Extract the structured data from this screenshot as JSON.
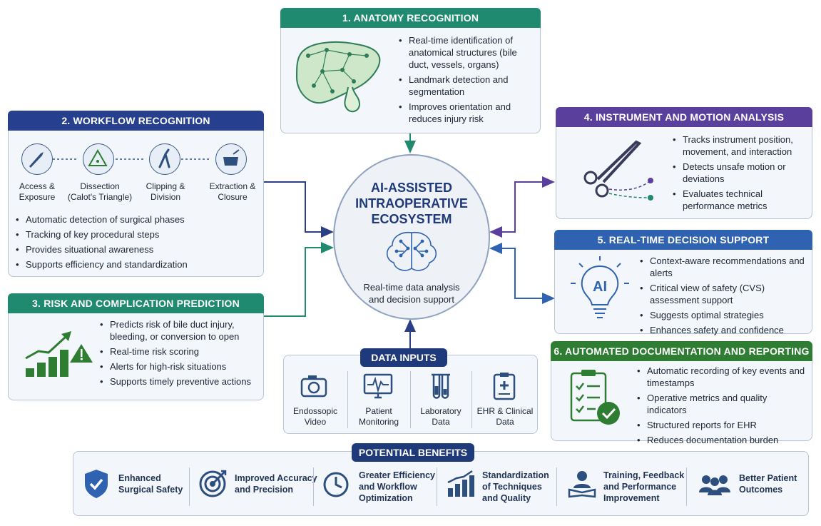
{
  "center": {
    "title_lines": [
      "AI-ASSISTED",
      "INTRAOPERATIVE",
      "ECOSYSTEM"
    ],
    "subtitle_lines": [
      "Real-time data analysis",
      "and decision support"
    ]
  },
  "anatomy": {
    "title": "1. ANATOMY RECOGNITION",
    "bullets": [
      "Real-time identification of anatomical structures (bile duct, vessels, organs)",
      "Landmark detection and segmentation",
      "Improves orientation and reduces injury risk"
    ],
    "icon": "liver-icon"
  },
  "workflow": {
    "title": "2. WORKFLOW RECOGNITION",
    "steps": [
      {
        "label_lines": [
          "Access &",
          "Exposure"
        ],
        "icon": "scalpel-icon"
      },
      {
        "label_lines": [
          "Dissection",
          "(Calot's Triangle)"
        ],
        "icon": "triangle-icon"
      },
      {
        "label_lines": [
          "Clipping &",
          "Division"
        ],
        "icon": "clip-icon"
      },
      {
        "label_lines": [
          "Extraction &",
          "Closure"
        ],
        "icon": "bag-icon"
      }
    ],
    "bullets": [
      "Automatic detection of surgical phases",
      "Tracking of key procedural steps",
      "Provides situational awareness",
      "Supports efficiency and standardization"
    ]
  },
  "risk": {
    "title": "3. RISK AND COMPLICATION PREDICTION",
    "bullets": [
      "Predicts risk of bile duct injury, bleeding, or conversion to open",
      "Real-time risk scoring",
      "Alerts for high-risk situations",
      "Supports timely preventive actions"
    ],
    "icon": "rising-chart-warning-icon"
  },
  "instrument": {
    "title": "4. INSTRUMENT AND MOTION ANALYSIS",
    "bullets": [
      "Tracks instrument position, movement, and interaction",
      "Detects unsafe motion or deviations",
      "Evaluates technical performance metrics"
    ],
    "icon": "scissors-icon"
  },
  "decision": {
    "title": "5. REAL-TIME DECISION SUPPORT",
    "bullets": [
      "Context-aware recommendations and alerts",
      "Critical view of safety (CVS) assessment support",
      "Suggests optimal strategies",
      "Enhances safety and confidence"
    ],
    "icon_text": "AI"
  },
  "documentation": {
    "title": "6. AUTOMATED DOCUMENTATION AND REPORTING",
    "bullets": [
      "Automatic recording of key events and timestamps",
      "Operative metrics and quality indicators",
      "Structured reports for EHR",
      "Reduces documentation burden"
    ],
    "icon": "clipboard-check-icon"
  },
  "inputs": {
    "title": "DATA INPUTS",
    "items": [
      {
        "label_lines": [
          "Endossopic",
          "Video"
        ],
        "icon": "camera-icon"
      },
      {
        "label_lines": [
          "Patient",
          "Monitoring"
        ],
        "icon": "monitor-icon"
      },
      {
        "label_lines": [
          "Laboratory",
          "Data"
        ],
        "icon": "test-tubes-icon"
      },
      {
        "label_lines": [
          "EHR & Clinical",
          "Data"
        ],
        "icon": "medical-clipboard-icon"
      }
    ]
  },
  "benefits": {
    "title": "POTENTIAL BENEFITS",
    "items": [
      {
        "label_lines": [
          "Enhanced",
          "Surgical Safety"
        ],
        "icon": "shield-check-icon"
      },
      {
        "label_lines": [
          "Improved Accuracy",
          "and Precision"
        ],
        "icon": "target-icon"
      },
      {
        "label_lines": [
          "Greater Efficiency",
          "and Workflow",
          "Optimization"
        ],
        "icon": "clock-icon"
      },
      {
        "label_lines": [
          "Standardization",
          "of Techniques",
          "and Quality"
        ],
        "icon": "bar-chart-icon"
      },
      {
        "label_lines": [
          "Training, Feedback",
          "and Performance",
          "Improvement"
        ],
        "icon": "learner-icon"
      },
      {
        "label_lines": [
          "Better Patient",
          "Outcomes"
        ],
        "icon": "people-icon"
      }
    ]
  },
  "colors": {
    "anatomy": "#1f8a70",
    "workflow": "#263f8f",
    "risk": "#1f8a70",
    "instrument": "#5b3f9c",
    "decision": "#2f62b0",
    "documentation": "#2e7d32",
    "navy": "#1f3a7a"
  }
}
